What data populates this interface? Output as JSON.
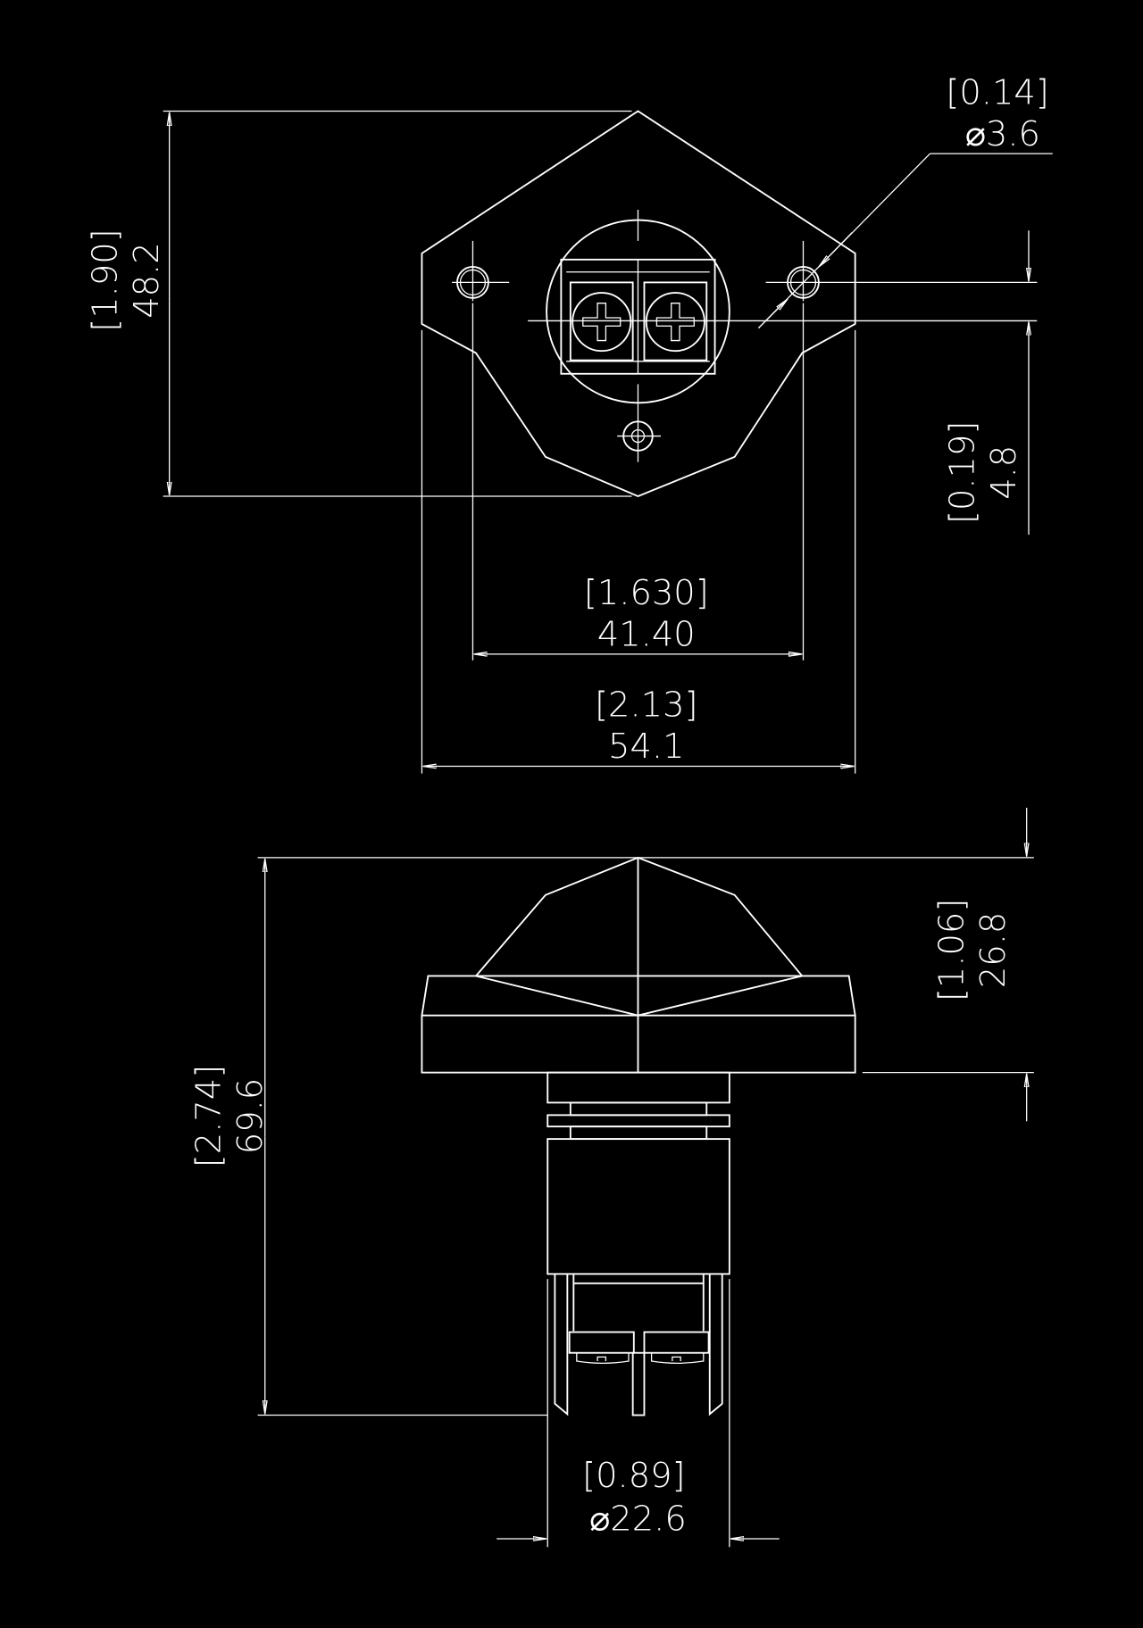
{
  "colors": {
    "background": "#000000",
    "line": "#ffffff"
  },
  "top_view": {
    "overall_height": {
      "inch": "[1.90]",
      "mm": "48.2"
    },
    "hole_diameter": {
      "inch": "[0.14]",
      "mm": "⌀3.6"
    },
    "hole_offset": {
      "inch": "[0.19]",
      "mm": "4.8"
    },
    "hole_spacing": {
      "inch": "[1.630]",
      "mm": "41.40"
    },
    "overall_width": {
      "inch": "[2.13]",
      "mm": "54.1"
    }
  },
  "side_view": {
    "overall_length": {
      "inch": "[2.74]",
      "mm": "69.6"
    },
    "cap_height": {
      "inch": "[1.06]",
      "mm": "26.8"
    },
    "body_diameter": {
      "inch": "[0.89]",
      "mm": "⌀22.6"
    }
  }
}
